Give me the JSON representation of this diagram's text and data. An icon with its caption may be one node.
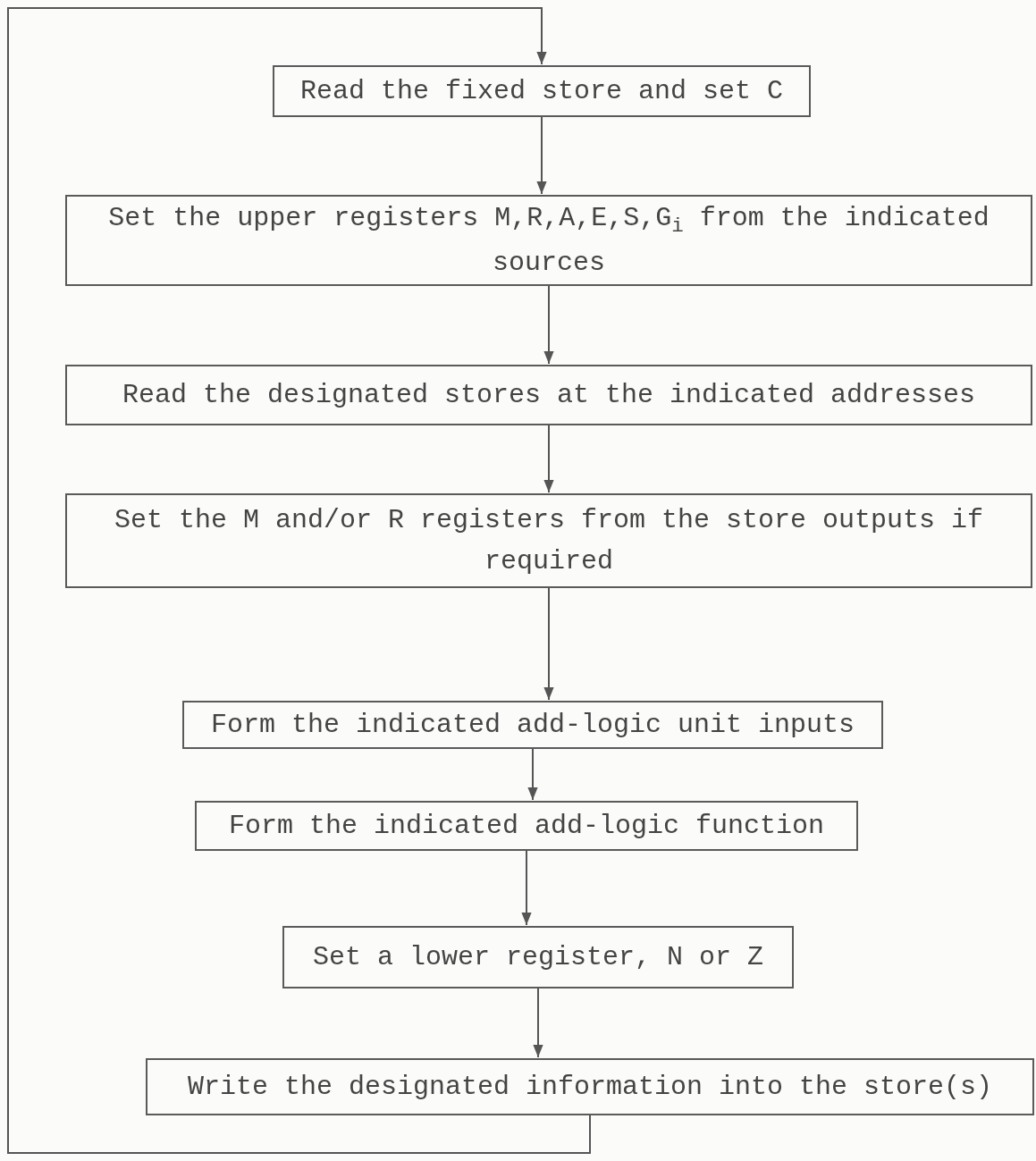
{
  "diagram": {
    "nodes": [
      {
        "text": [
          "Read the fixed store and set C"
        ]
      },
      {
        "text": [
          "Set the upper registers M,R,A,E,S,G$_{i}$ from the indicated sources"
        ]
      },
      {
        "text": [
          "Read the designated stores at the indicated addresses"
        ]
      },
      {
        "text": [
          "Set the M and/or R registers from the store outputs if required"
        ]
      },
      {
        "text": [
          "Form the indicated add-logic unit inputs"
        ]
      },
      {
        "text": [
          "Form the indicated add-logic function"
        ]
      },
      {
        "text": [
          "Set a lower register, N or Z"
        ]
      },
      {
        "text": [
          "Write the designated information into the store(s)"
        ]
      }
    ],
    "edges": [
      {
        "from": 0,
        "to": 1,
        "arrow": "to"
      },
      {
        "from": 1,
        "to": 2,
        "arrow": "to"
      },
      {
        "from": 2,
        "to": 3,
        "arrow": "to"
      },
      {
        "from": 3,
        "to": 4,
        "arrow": "to"
      },
      {
        "from": 4,
        "to": 5,
        "arrow": "to"
      },
      {
        "from": 5,
        "to": 6,
        "arrow": "to"
      },
      {
        "from": 6,
        "to": 7,
        "arrow": "to"
      },
      {
        "from": 7,
        "to": 0,
        "arrow": "to"
      }
    ]
  }
}
